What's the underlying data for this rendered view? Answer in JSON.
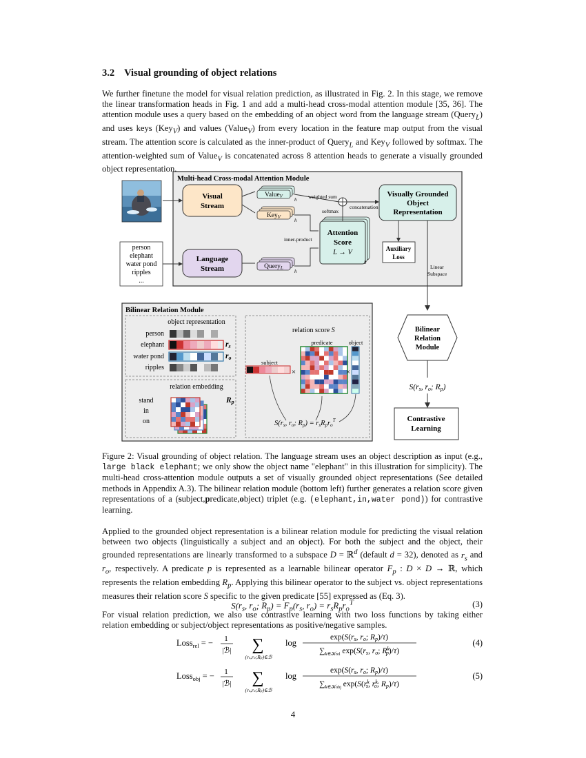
{
  "section": {
    "number": "3.2",
    "title": "Visual grounding of object relations"
  },
  "para1": "We further finetune the model for visual relation prediction, as illustrated in Fig. 2. In this stage, we remove the linear transformation heads in Fig. 1 and add a multi-head cross-modal attention module [35, 36]. The attention module uses a query based on the embedding of an object word from the language stream (Query_L) and uses keys (Key_V) and values (Value_V) from every location in the feature map output from the visual stream. The attention score is calculated as the inner-product of Query_L and Key_V followed by softmax. The attention-weighted sum of Value_V is concatenated across 8 attention heads to generate a visually grounded object representation.",
  "figure": {
    "mhca_title": "Multi-head Cross-modal Attention Module",
    "visual_stream": [
      "Visual",
      "Stream"
    ],
    "language_stream": [
      "Language",
      "Stream"
    ],
    "value_label": "Value_V",
    "key_label": "Key_V",
    "query_label": "Query_L",
    "h": "h",
    "weighted_sum": "weighted sum",
    "softmax": "softmax",
    "concatenation": "concatenation",
    "inner_product": "inner-product",
    "attention_score": [
      "Attention",
      "Score",
      "L → V"
    ],
    "vgor": [
      "Visually Grounded",
      "Object",
      "Representation"
    ],
    "aux_loss": [
      "Auxiliary",
      "Loss"
    ],
    "linear_subspace": [
      "Linear",
      "Subspace"
    ],
    "words": [
      "person",
      "elephant",
      "water pond",
      "ripples",
      "..."
    ],
    "brm_title": "Bilinear Relation Module",
    "obj_rep_title": "object representation",
    "obj_rows": [
      "person",
      "elephant",
      "water pond",
      "ripples"
    ],
    "rs": "r_s",
    "ro": "r_o",
    "relation_embedding": "relation embedding",
    "predicates": [
      "stand",
      "in",
      "on"
    ],
    "Rp": "R_p",
    "relation_score": "relation score  S",
    "predicate_label": "predicate",
    "object_label": "object",
    "subject_label": "subject",
    "score_formula": "S(r_s, r_o; R_p) = r_s R_p r_o^T",
    "bilinear_module": [
      "Bilinear",
      "Relation",
      "Module"
    ],
    "s_label": "S(r_s, r_o; R_p)",
    "contrastive": [
      "Contrastive",
      "Learning"
    ]
  },
  "caption": "Figure 2: Visual grounding of object relation. The language stream uses an object description as input (e.g., large black elephant; we only show the object name \"elephant\" in this illustration for simplicity). The multi-head cross-attention module outputs a set of visually grounded object representations (See detailed methods in Appendix A.3). The bilinear relation module (bottom left) further generates a relation score given representations of a (subject,predicate,object) triplet (e.g. (elephant,in,water pond)) for contrastive learning.",
  "para2": "Applied to the grounded object representation is a bilinear relation module for predicting the visual relation between two objects (linguistically a subject and an object). For both the subject and the object, their grounded representations are linearly transformed to a subspace D = ℝ^d (default d = 32), denoted as r_s and r_o, respectively. A predicate p is represented as a learnable bilinear operator F_p : D × D → ℝ, which represents the relation embedding R_p. Applying this bilinear operator to the subject vs. object representations measures their relation score S specific to the given predicate [55] expressed as (Eq. 3).",
  "eq3": "S(r_s, r_o; R_p) = F_p(r_s, r_o) = r_s R_p r_o^T",
  "eq3_num": "(3)",
  "para3": "For visual relation prediction, we also use contrastive learning with two loss functions by taking either relation embedding or subject/object representations as positive/negative samples.",
  "eq4_num": "(4)",
  "eq5_num": "(5)",
  "page_number": "4"
}
